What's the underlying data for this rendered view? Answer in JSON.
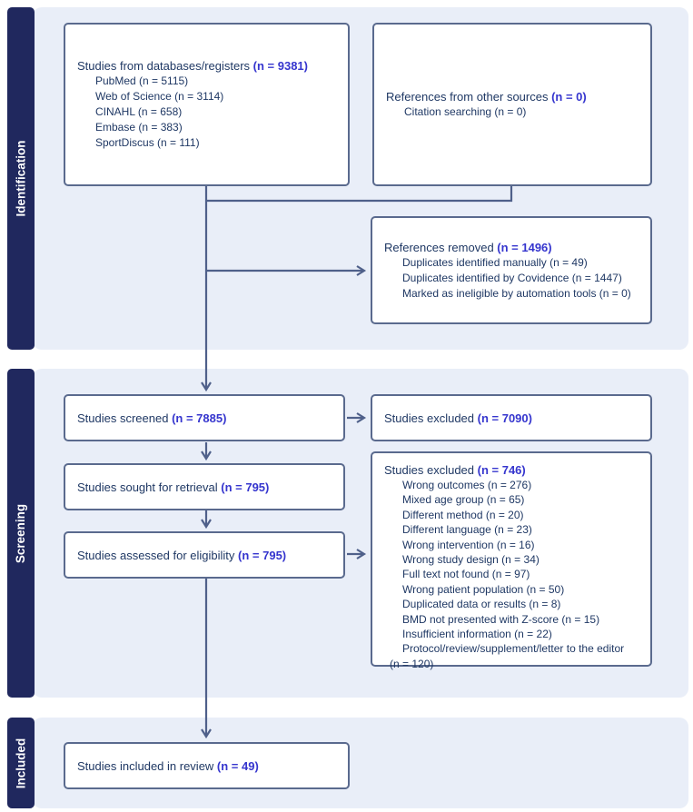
{
  "colors": {
    "sidebar_navy": "#20285E",
    "panel_blue": "#E9EEF8",
    "box_border": "#5A6A8E",
    "arrow": "#4F608A",
    "text_dark": "#1F3864",
    "n_blue": "#3535CE"
  },
  "sidebar": {
    "identification": "Identification",
    "screening": "Screening",
    "included": "Included"
  },
  "boxes": {
    "databases": {
      "label": "Studies from databases/registers ",
      "n": "(n = 9381)",
      "items": [
        "PubMed (n = 5115)",
        "Web of Science (n = 3114)",
        "CINAHL (n = 658)",
        "Embase (n = 383)",
        "SportDiscus (n = 111)"
      ]
    },
    "other_sources": {
      "label": "References from other sources ",
      "n": "(n = 0)",
      "items": [
        "Citation searching (n = 0)"
      ]
    },
    "removed": {
      "label": "References removed ",
      "n": "(n = 1496)",
      "items": [
        "Duplicates identified manually (n = 49)",
        "Duplicates identified by Covidence (n = 1447)",
        "Marked as ineligible by automation tools (n = 0)"
      ]
    },
    "screened": {
      "label": "Studies screened ",
      "n": "(n = 7885)"
    },
    "excluded_screening": {
      "label": "Studies excluded ",
      "n": "(n = 7090)"
    },
    "sought": {
      "label": "Studies sought for retrieval ",
      "n": "(n = 795)"
    },
    "assessed": {
      "label": "Studies assessed for eligibility ",
      "n": "(n = 795)"
    },
    "excluded_eligibility": {
      "label": "Studies excluded ",
      "n": "(n = 746)",
      "items": [
        "Wrong outcomes (n = 276)",
        "Mixed age group (n = 65)",
        "Different method (n = 20)",
        "Different language (n = 23)",
        "Wrong intervention (n = 16)",
        "Wrong study design (n = 34)",
        "Full text not found (n = 97)",
        "Wrong patient population (n = 50)",
        "Duplicated data or results (n = 8)",
        "BMD not presented with Z-score (n = 15)",
        "Insufficient information (n = 22)",
        "Protocol/review/supplement/letter to the editor"
      ],
      "overflow_line": "(n = 120)"
    },
    "included": {
      "label": "Studies included in review ",
      "n": "(n = 49)"
    }
  }
}
